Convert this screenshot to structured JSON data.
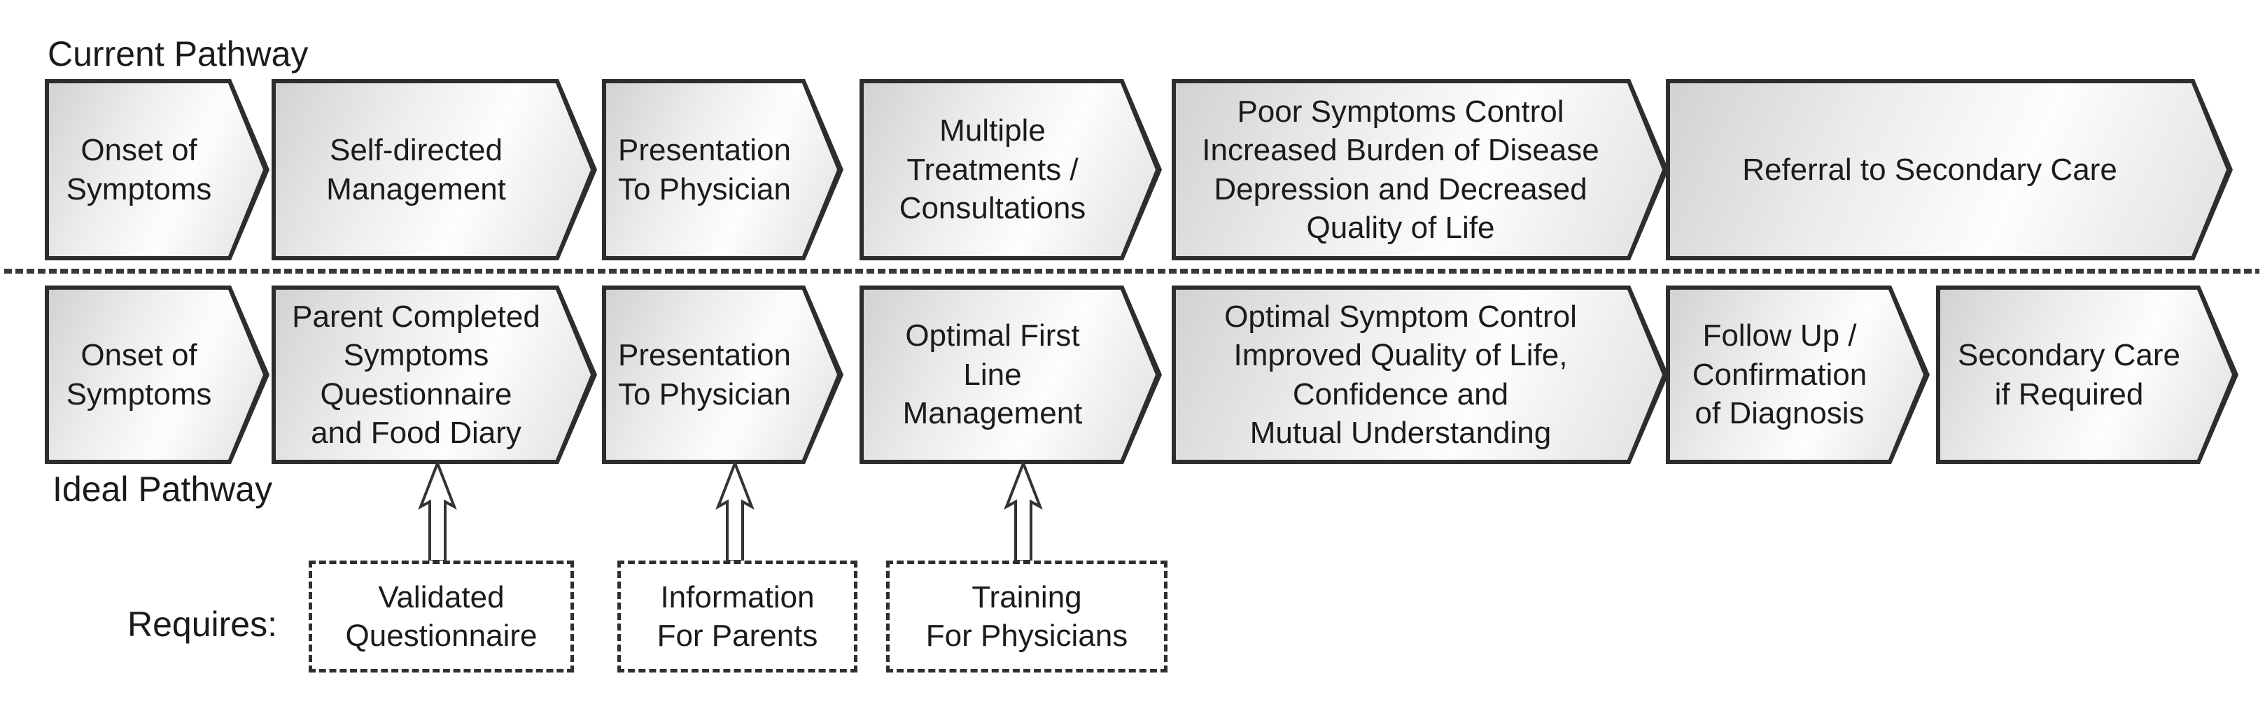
{
  "figure": {
    "current_pathway": {
      "label": "Current Pathway",
      "steps": [
        {
          "label": "Onset of\nSymptoms"
        },
        {
          "label": "Self-directed\nManagement"
        },
        {
          "label": "Presentation\nTo Physician"
        },
        {
          "label": "Multiple\nTreatments /\nConsultations"
        },
        {
          "label": "Poor Symptoms Control\nIncreased Burden of Disease\nDepression and Decreased\nQuality of Life"
        },
        {
          "label": "Referral to Secondary Care"
        }
      ]
    },
    "ideal_pathway": {
      "label": "Ideal Pathway",
      "steps": [
        {
          "label": "Onset of\nSymptoms"
        },
        {
          "label": "Parent Completed\nSymptoms\nQuestionnaire\nand Food Diary"
        },
        {
          "label": "Presentation\nTo Physician"
        },
        {
          "label": "Optimal First\nLine\nManagement"
        },
        {
          "label": "Optimal Symptom Control\nImproved Quality of Life,\nConfidence and\nMutual Understanding"
        },
        {
          "label": "Follow Up /\nConfirmation\nof Diagnosis"
        },
        {
          "label": "Secondary Care\nif Required"
        }
      ]
    },
    "requires": {
      "label": "Requires:",
      "items": [
        {
          "label": "Validated\nQuestionnaire"
        },
        {
          "label": "Information\nFor Parents"
        },
        {
          "label": "Training\nFor Physicians"
        }
      ]
    },
    "colors": {
      "shape_border": "#2d2d2d",
      "shape_fill_dark": "#d2d2d2",
      "shape_fill_light": "#fdfdfd",
      "text": "#1b1b1b"
    }
  }
}
